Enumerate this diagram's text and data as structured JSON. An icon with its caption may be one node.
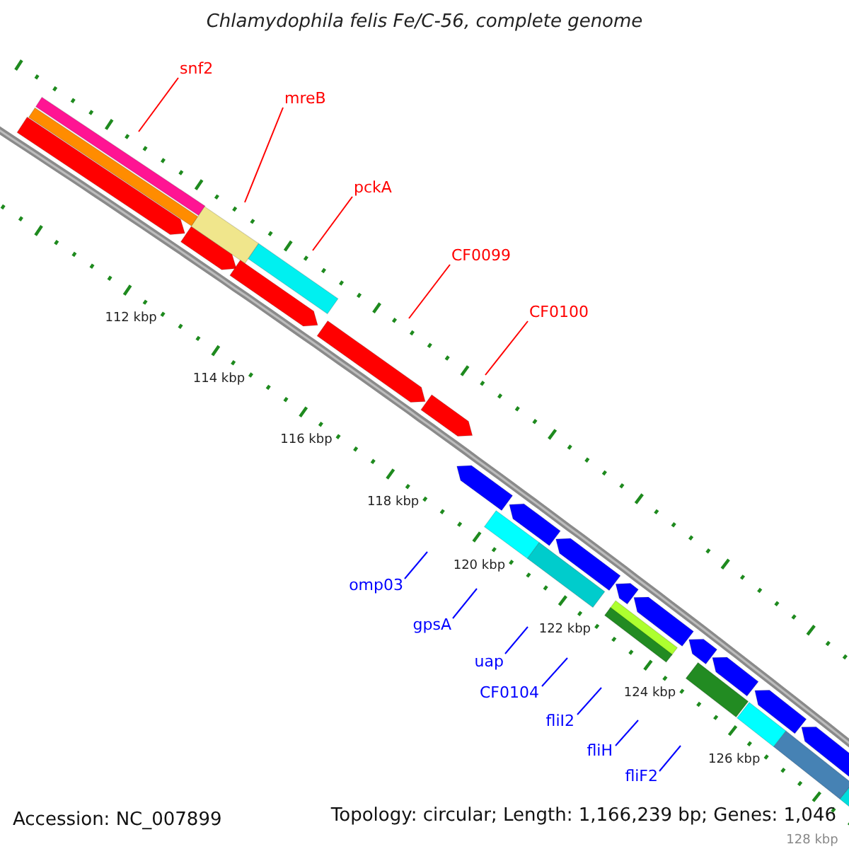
{
  "diagram": {
    "title": "Chlamydophila felis Fe/C-56, complete genome",
    "nodes": [
      {
        "text": [
          "snf2"
        ]
      },
      {
        "text": [
          "mreB"
        ]
      },
      {
        "text": [
          "pckA"
        ]
      },
      {
        "text": [
          "CF0099"
        ]
      },
      {
        "text": [
          "CF0100"
        ]
      },
      {
        "text": [
          "omp03"
        ]
      },
      {
        "text": [
          "gpsA"
        ]
      },
      {
        "text": [
          "uap"
        ]
      },
      {
        "text": [
          "CF0104"
        ]
      },
      {
        "text": [
          "fliI2"
        ]
      },
      {
        "text": [
          "fliH"
        ]
      },
      {
        "text": [
          "fliF2"
        ]
      }
    ],
    "edges": [
      {
        "from": 0,
        "to": null,
        "arrow": "none",
        "color": "#ff0000"
      },
      {
        "from": 1,
        "to": null,
        "arrow": "none",
        "color": "#ff0000"
      },
      {
        "from": 2,
        "to": null,
        "arrow": "none",
        "color": "#ff0000"
      },
      {
        "from": 3,
        "to": null,
        "arrow": "none",
        "color": "#ff0000"
      },
      {
        "from": 4,
        "to": null,
        "arrow": "none",
        "color": "#ff0000"
      },
      {
        "from": 5,
        "to": null,
        "arrow": "none"
      },
      {
        "from": 6,
        "to": null,
        "arrow": "none"
      },
      {
        "from": 7,
        "to": null,
        "arrow": "none"
      },
      {
        "from": 8,
        "to": null,
        "arrow": "none"
      },
      {
        "from": 9,
        "to": null,
        "arrow": "none"
      },
      {
        "from": 10,
        "to": null,
        "arrow": "none"
      },
      {
        "from": 11,
        "to": null,
        "arrow": "none"
      }
    ],
    "labels": [
      "112 kbp",
      "114 kbp",
      "116 kbp",
      "118 kbp",
      "120 kbp",
      "122 kbp",
      "124 kbp",
      "126 kbp",
      "128 kbp",
      "Accession: NC_007899",
      "Topology: circular; Length: 1,166,239 bp; Genes: 1,046"
    ]
  }
}
